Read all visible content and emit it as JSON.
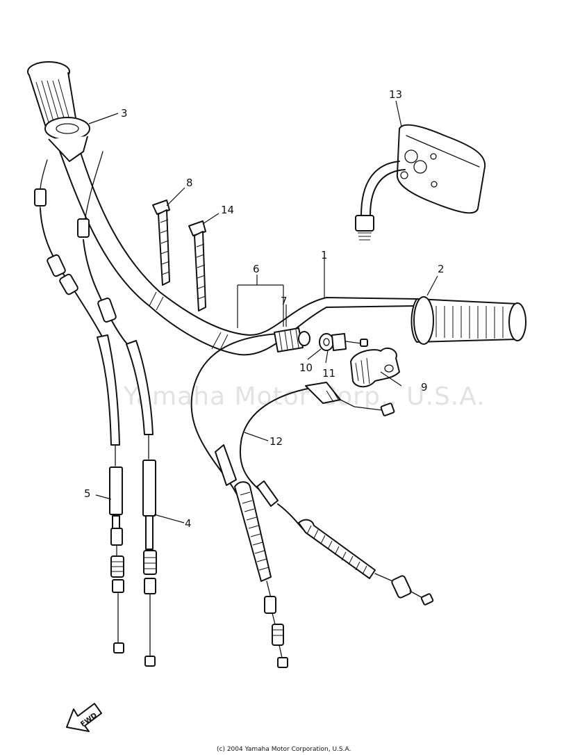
{
  "watermark": "Yamaha Motor Corp., U.S.A.",
  "copyright": "(c) 2004 Yamaha Motor Corporation, U.S.A.",
  "fwd_label": "FWD",
  "callouts": {
    "c1": "1",
    "c2": "2",
    "c3": "3",
    "c4": "4",
    "c5": "5",
    "c6": "6",
    "c7": "7",
    "c8": "8",
    "c9": "9",
    "c10": "10",
    "c11": "11",
    "c12": "12",
    "c13": "13",
    "c14": "14"
  }
}
